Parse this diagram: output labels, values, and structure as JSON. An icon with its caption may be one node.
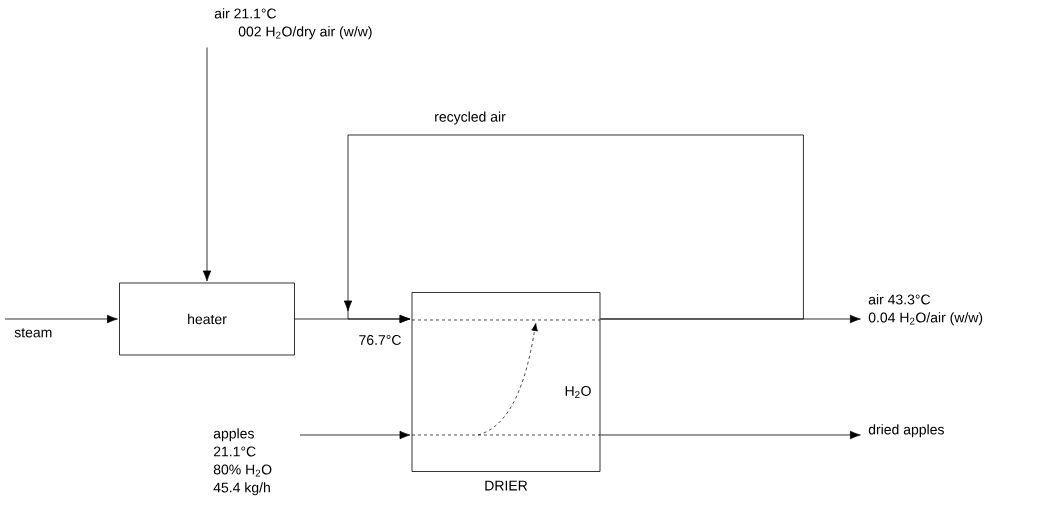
{
  "diagram": {
    "nodes": [
      {
        "text": [
          "heater"
        ]
      },
      {
        "text": [
          "DRIER"
        ]
      },
      {
        "text": [
          "air 21.1°C",
          "002 H$_{2}$O/dry air (w/w)"
        ]
      },
      {
        "text": [
          "steam"
        ]
      },
      {
        "text": [
          "apples",
          "21.1°C",
          "80% H$_{2}$O",
          "45.4 kg/h"
        ]
      },
      {
        "text": [
          "air 43.3°C",
          "0.04 H$_{2}$O/air (w/w)"
        ]
      },
      {
        "text": [
          "dried apples"
        ]
      }
    ],
    "edges": [
      {
        "from": 3,
        "to": 0,
        "arrow": "to"
      },
      {
        "from": 2,
        "to": 0,
        "arrow": "to"
      },
      {
        "from": 0,
        "to": 1,
        "arrow": "to",
        "label": "76.7°C"
      },
      {
        "from": 1,
        "to": 5,
        "arrow": "to"
      },
      {
        "from": 1,
        "to": 1,
        "arrow": "to",
        "label": "recycled air"
      },
      {
        "from": 4,
        "to": 1,
        "arrow": "to"
      },
      {
        "from": 1,
        "to": 6,
        "arrow": "to"
      }
    ],
    "labels": [
      "H$_{2}$O"
    ]
  }
}
